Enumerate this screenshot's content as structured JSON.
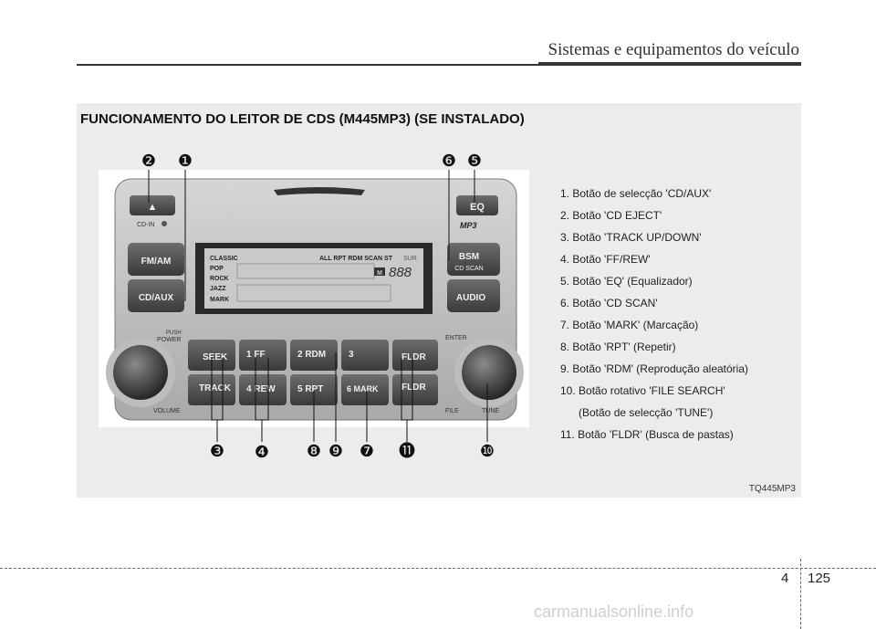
{
  "header": {
    "title": "Sistemas e equipamentos do veículo"
  },
  "section": {
    "title": "FUNCIONAMENTO DO LEITOR DE CDS (M445MP3) (SE INSTALADO)"
  },
  "radio": {
    "buttons": {
      "eject": "▲",
      "eq": "EQ",
      "fm_am": "FM/AM",
      "cd_aux": "CD/AUX",
      "bsm": "BSM",
      "cd_scan": "CD SCAN",
      "audio": "AUDIO",
      "seek": "SEEK",
      "track": "TRACK",
      "ff": "1   FF",
      "rew": "4  REW",
      "rdm": "2  RDM",
      "rpt": "5  RPT",
      "btn3": "3",
      "mark": "6  MARK",
      "fldr_up": "FLDR",
      "fldr_down": "FLDR"
    },
    "labels": {
      "cd_in": "CD-IN",
      "push": "PUSH",
      "power": "POWER",
      "volume": "VOLUME",
      "enter": "ENTER",
      "file": "FILE",
      "tune": "TUNE",
      "mp3": "MP3"
    },
    "display": {
      "modes": [
        "CLASSIC",
        "POP",
        "ROCK",
        "JAZZ",
        "MARK"
      ],
      "indicators": "ALL  RPT  RDM  SCAN  ST",
      "sur": "SUR",
      "m_badge": "M",
      "digits": "888"
    }
  },
  "callouts": {
    "n1": "❶",
    "n2": "❷",
    "n3": "❸",
    "n4": "❹",
    "n5": "❺",
    "n6": "❻",
    "n7": "❼",
    "n8": "❽",
    "n9": "❾",
    "n10": "❿",
    "n11": "⓫"
  },
  "captions": [
    "1. Botão de selecção 'CD/AUX'",
    "2. Botão 'CD EJECT'",
    "3. Botão 'TRACK UP/DOWN'",
    "4. Botão 'FF/REW'",
    "5. Botão 'EQ' (Equalizador)",
    "6. Botão 'CD SCAN'",
    "7. Botão 'MARK' (Marcação)",
    "8. Botão 'RPT' (Repetir)",
    "9. Botão 'RDM' (Reprodução aleatória)",
    "10. Botão rotativo 'FILE SEARCH'",
    "(Botão de selecção 'TUNE')",
    "11. Botão 'FLDR' (Busca de pastas)"
  ],
  "figure_code": "TQ445MP3",
  "footer": {
    "chapter": "4",
    "page": "125",
    "watermark": "carmanualsonline.info"
  }
}
